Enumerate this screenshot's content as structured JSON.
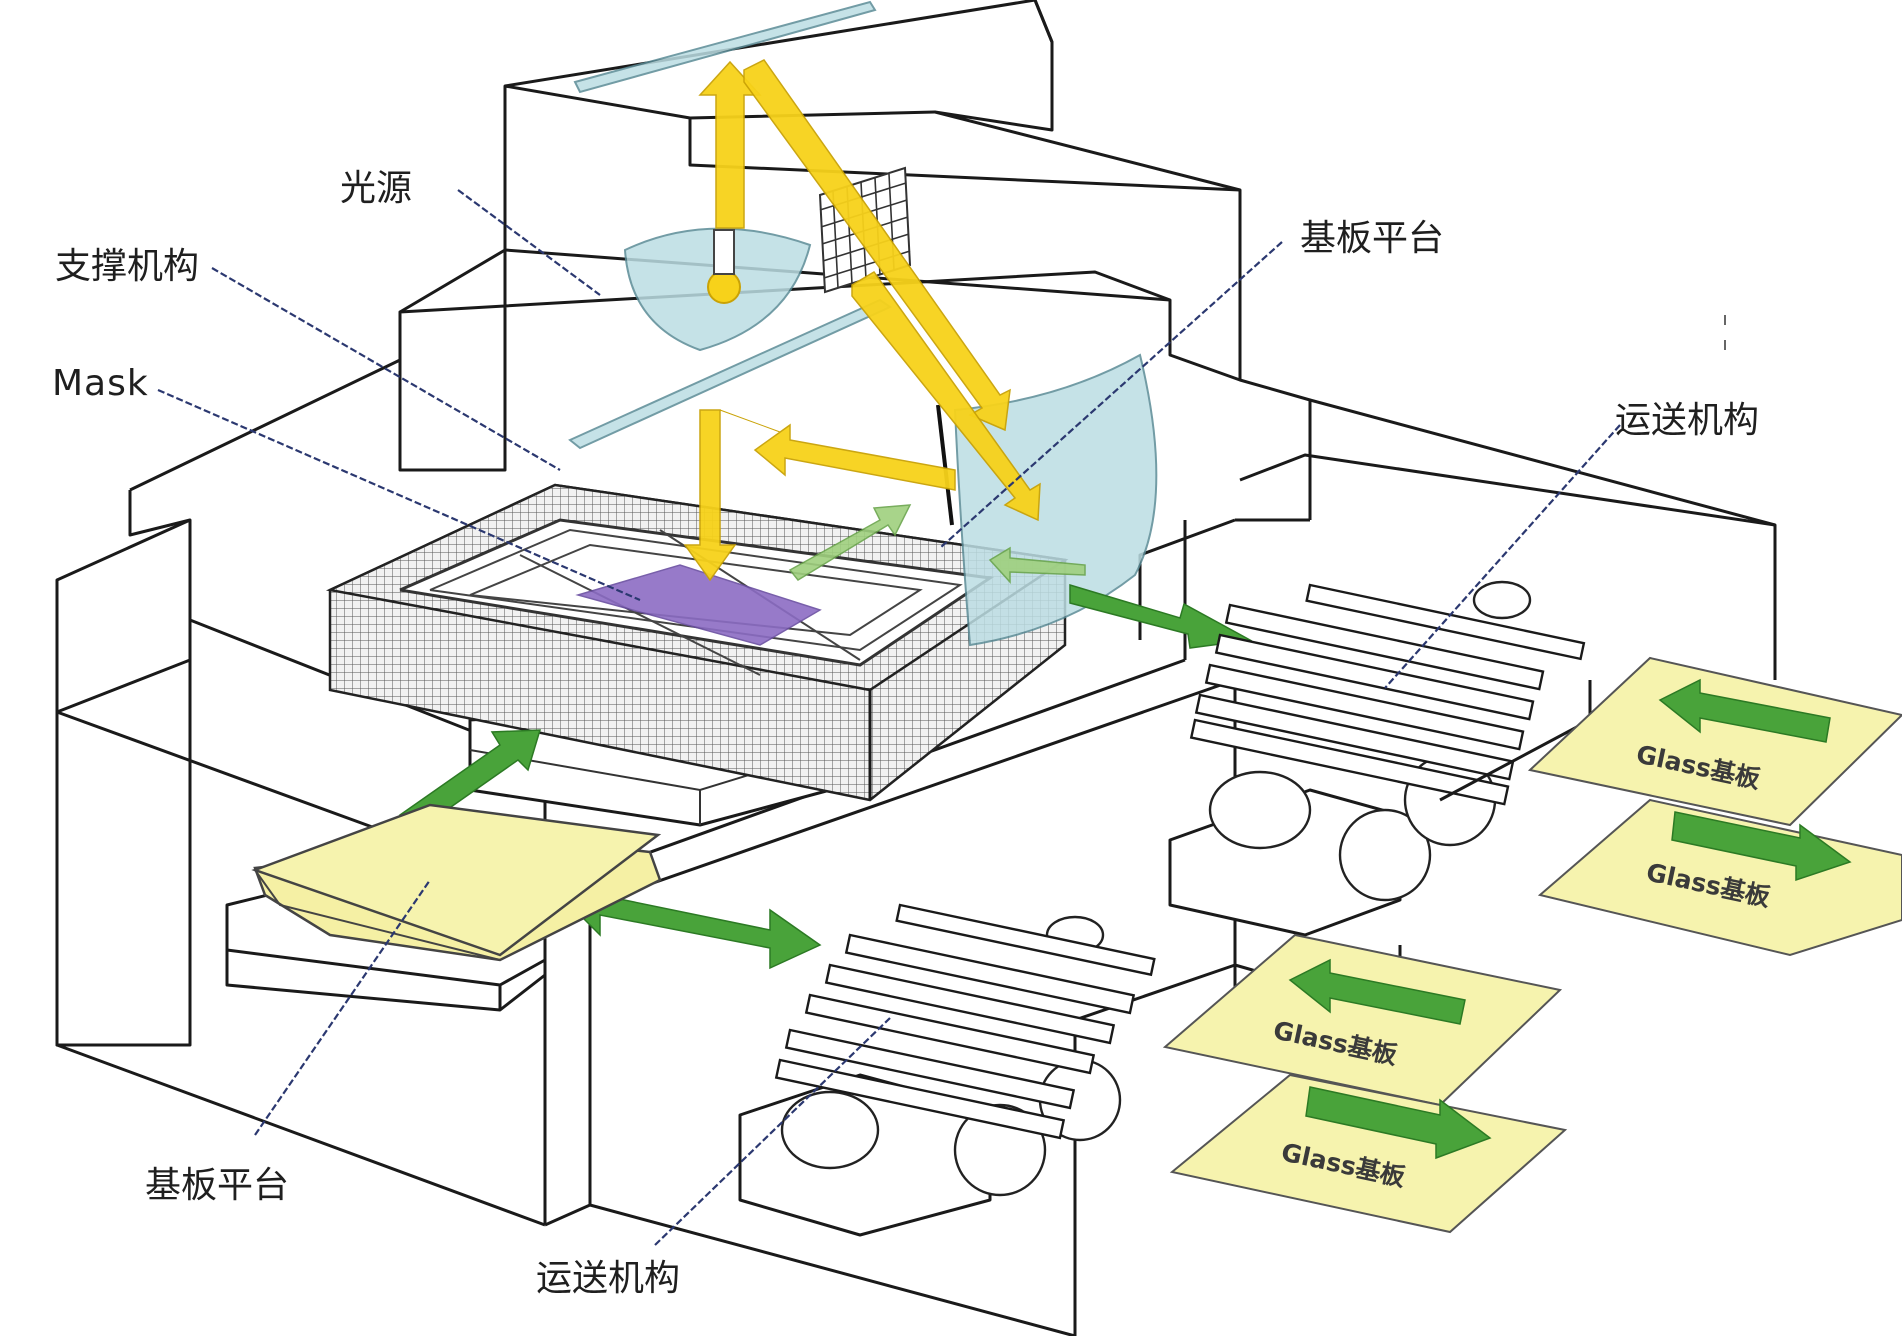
{
  "labels": {
    "light_source": "光源",
    "support_mechanism": "支撑机构",
    "mask": "Mask",
    "substrate_stage_top": "基板平台",
    "transport_mechanism_right": "运送机构",
    "substrate_stage_bottom": "基板平台",
    "transport_mechanism_bottom": "运送机构"
  },
  "glass_sheets": [
    {
      "text": "Glass基板",
      "arrow": "left"
    },
    {
      "text": "Glass基板",
      "arrow": "right"
    },
    {
      "text": "Glass基板",
      "arrow": "left"
    },
    {
      "text": "Glass基板",
      "arrow": "right"
    }
  ],
  "colors": {
    "light_beam": "#f7d21a",
    "transfer_arrow": "#49a33a",
    "glass_substrate": "#f6f3ae",
    "mask": "#8c6cc4",
    "mirror": "#bcdde3",
    "leader_line": "#2b3870",
    "outline": "#1a1a1a"
  }
}
